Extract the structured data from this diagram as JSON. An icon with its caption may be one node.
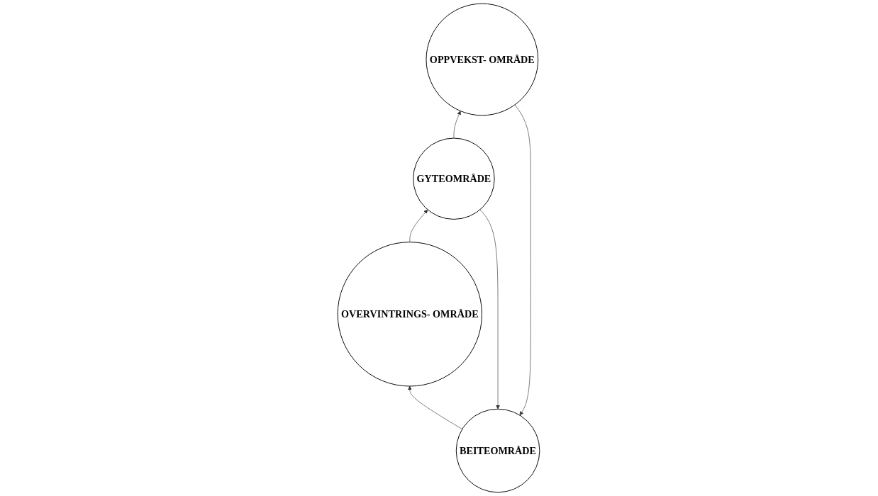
{
  "diagram": {
    "nodes": [
      {
        "text": [
          "BEITEOMRÅDE"
        ]
      },
      {
        "text": [
          "OVERVINTRINGS- OMRÅDE"
        ]
      },
      {
        "text": [
          "OPPVEKST- OMRÅDE"
        ]
      },
      {
        "text": [
          "GYTEOMRÅDE"
        ]
      }
    ],
    "edges": [
      {
        "from": 0,
        "to": 1,
        "arrow": "to"
      },
      {
        "from": 1,
        "to": 3,
        "arrow": "to"
      },
      {
        "from": 3,
        "to": 0,
        "arrow": "to"
      },
      {
        "from": 3,
        "to": 2,
        "arrow": "to"
      },
      {
        "from": 2,
        "to": 0,
        "arrow": "to"
      }
    ]
  }
}
